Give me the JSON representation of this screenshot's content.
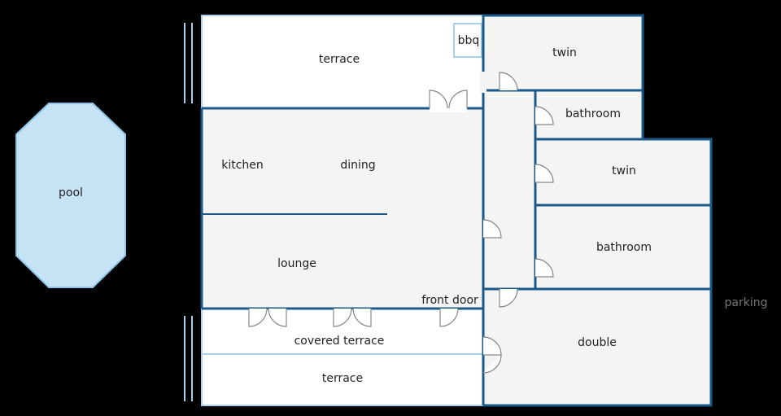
{
  "plan": {
    "rooms": {
      "pool": "pool",
      "terrace_top": "terrace",
      "bbq": "bbq",
      "kitchen": "kitchen",
      "dining": "dining",
      "lounge": "lounge",
      "front_door": "front door",
      "covered_terrace": "covered terrace",
      "terrace_bottom": "terrace",
      "twin_top": "twin",
      "bathroom_top": "bathroom",
      "twin_mid": "twin",
      "bathroom_mid": "bathroom",
      "double": "double",
      "parking": "parking"
    }
  },
  "colors": {
    "background": "#000000",
    "wall": "#1a5a8a",
    "light_wall": "#a8d0ea",
    "room_fill": "#f4f4f2",
    "terrace_fill": "#ffffff",
    "pool_fill": "#c6e3f5",
    "pool_stroke": "#8fc3e6",
    "door": "#888888"
  }
}
